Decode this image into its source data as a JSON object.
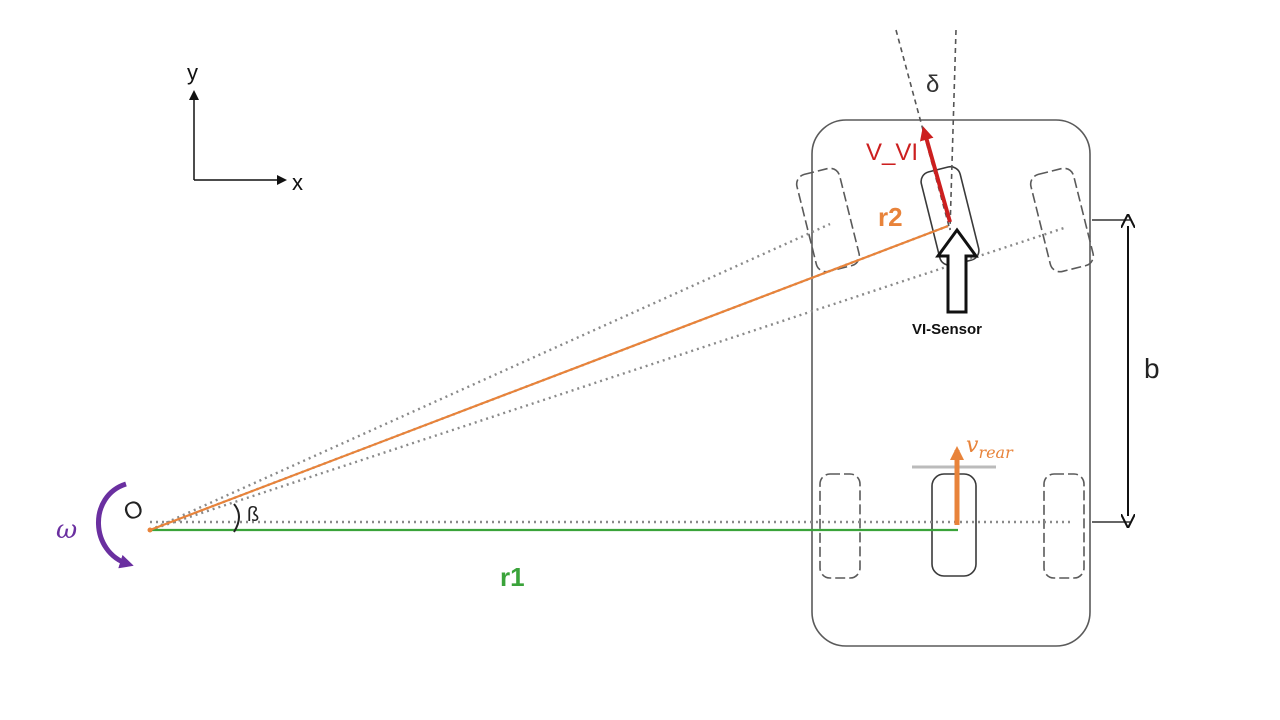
{
  "axes": {
    "y_label": "y",
    "x_label": "x"
  },
  "labels": {
    "origin": "O",
    "omega": "ω",
    "beta": "ß",
    "r1": "r1",
    "r2": "r2",
    "delta": "δ",
    "v_vi": "V_VI",
    "v_rear_base": "v",
    "v_rear_sub": "rear",
    "vi_sensor": "VI-Sensor",
    "b": "b"
  },
  "colors": {
    "r1": "#3aa33a",
    "r2": "#e8833a",
    "v_vi": "#cc1f1f",
    "v_rear": "#e8833a",
    "omega": "#6a2fa0",
    "sketch": "#5a5a5a",
    "dotted": "#8a8a8a"
  }
}
